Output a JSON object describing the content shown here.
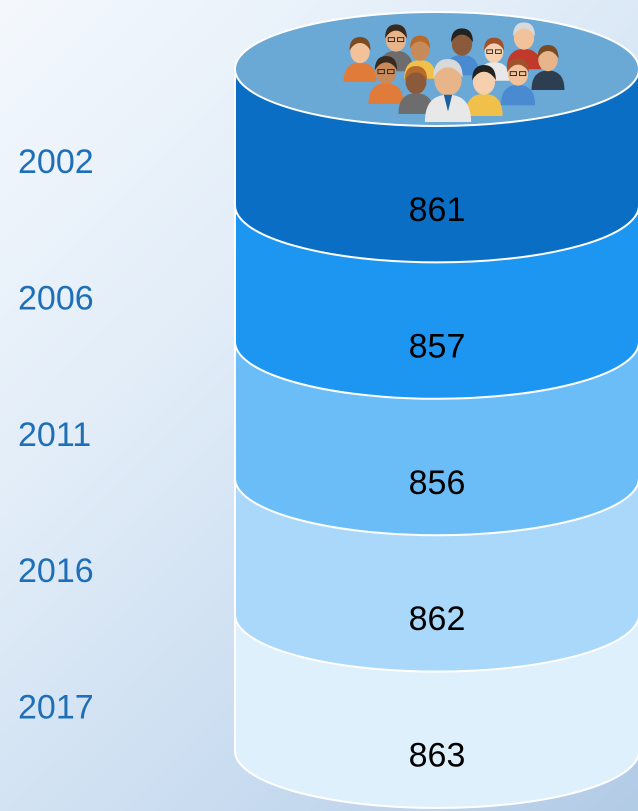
{
  "chart_data": {
    "type": "bar",
    "categories": [
      "2002",
      "2006",
      "2011",
      "2016",
      "2017"
    ],
    "values": [
      861,
      857,
      856,
      862,
      863
    ],
    "series_colors": [
      "#0a6fc4",
      "#1d96f2",
      "#6bbdf8",
      "#a9d8fb",
      "#dff0fd"
    ],
    "label_color": "#1f6fb8",
    "top_icon": "crowd-of-people-icon",
    "legend": "none",
    "grid": false
  }
}
